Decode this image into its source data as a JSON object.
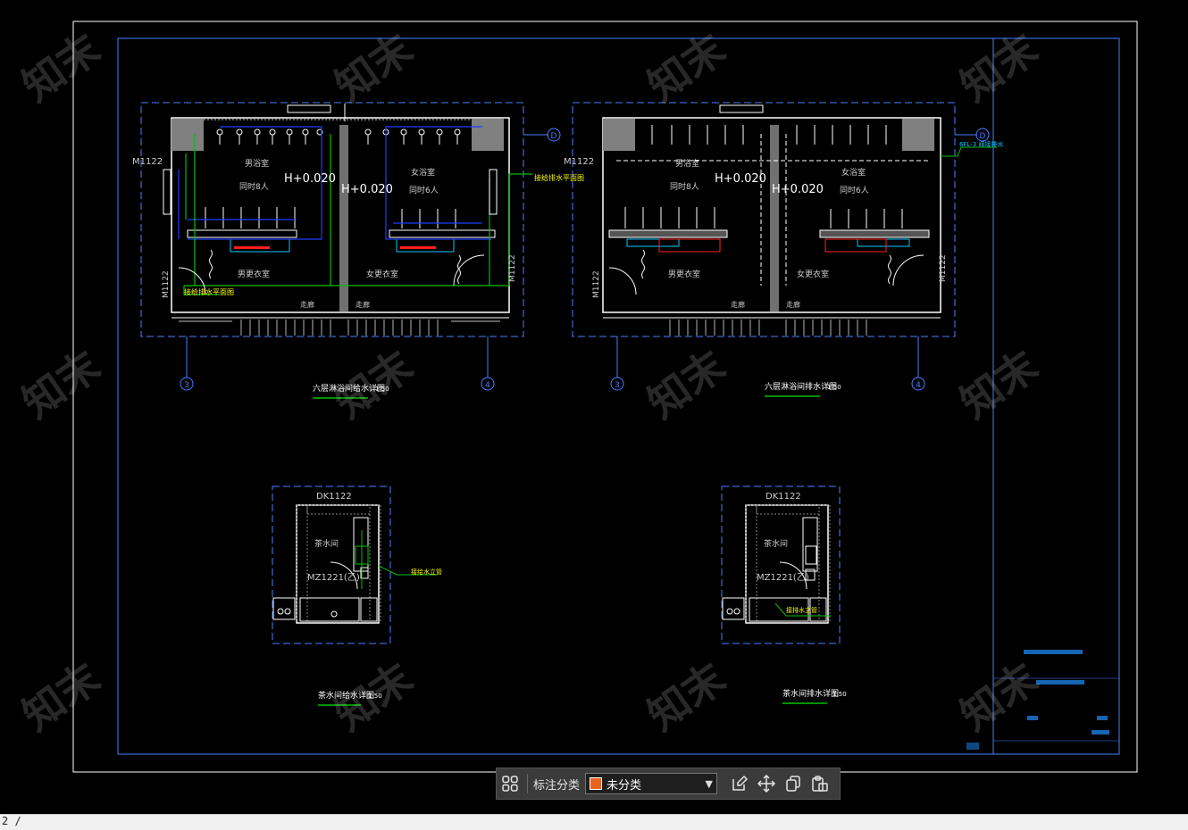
{
  "drawing": {
    "top_left_plan": {
      "title": "六层淋浴间给水详图",
      "scale": "1:50",
      "room_men": "男浴室",
      "room_women": "女浴室",
      "occupancy_men": "同时8人",
      "occupancy_women": "同时6人",
      "elevation_a": "H+0.020",
      "elevation_b": "H+0.020",
      "changing_men": "男更衣室",
      "changing_women": "女更衣室",
      "corridor_a": "走廊",
      "corridor_b": "走廊",
      "door_left": "M1122",
      "door_left_v": "M1122",
      "door_right_v": "M1122",
      "note_right": "接给排水平面图",
      "note_left": "接给排水平面图",
      "axis_left": "3",
      "axis_right": "4",
      "axis_top": "D"
    },
    "top_right_plan": {
      "title": "六层淋浴间排水详图",
      "scale": "1:50",
      "room_men": "男浴室",
      "room_women": "女浴室",
      "occupancy_men": "同时8人",
      "occupancy_women": "同时6人",
      "elevation_a": "H+0.020",
      "elevation_b": "H+0.020",
      "changing_men": "男更衣室",
      "changing_women": "女更衣室",
      "corridor_a": "走廊",
      "corridor_b": "走廊",
      "door_left": "M1122",
      "door_left_v": "M1122",
      "door_right_v": "M1122",
      "note_right": "6FL-3 阀接排水",
      "axis_left": "3",
      "axis_right": "4",
      "axis_top": "D"
    },
    "bottom_left_plan": {
      "title": "茶水间给水详图",
      "scale": "1:50",
      "window": "DK1122",
      "room": "茶水间",
      "door": "MZ1221(乙)",
      "note": "接给水立管"
    },
    "bottom_right_plan": {
      "title": "茶水间排水详图",
      "scale": "1:50",
      "window": "DK1122",
      "room": "茶水间",
      "door": "MZ1221(乙)",
      "note": "接排水立管"
    },
    "watermark": "知末"
  },
  "toolbar": {
    "label": "标注分类",
    "selected_category": "未分类",
    "swatch_color": "#e8641e",
    "icons": [
      "grid-icon",
      "edit-icon",
      "move-icon",
      "copy-icon",
      "paste-icon"
    ]
  },
  "command_line": {
    "text": "2 /"
  },
  "colors": {
    "frame": "#4a7fff",
    "wall": "#ffffff",
    "pipe_green": "#00c000",
    "pipe_blue": "#1e3cff",
    "hatch_gray": "#808080",
    "label_cyan": "#00c8ff",
    "note_yellow": "#ffff00"
  }
}
